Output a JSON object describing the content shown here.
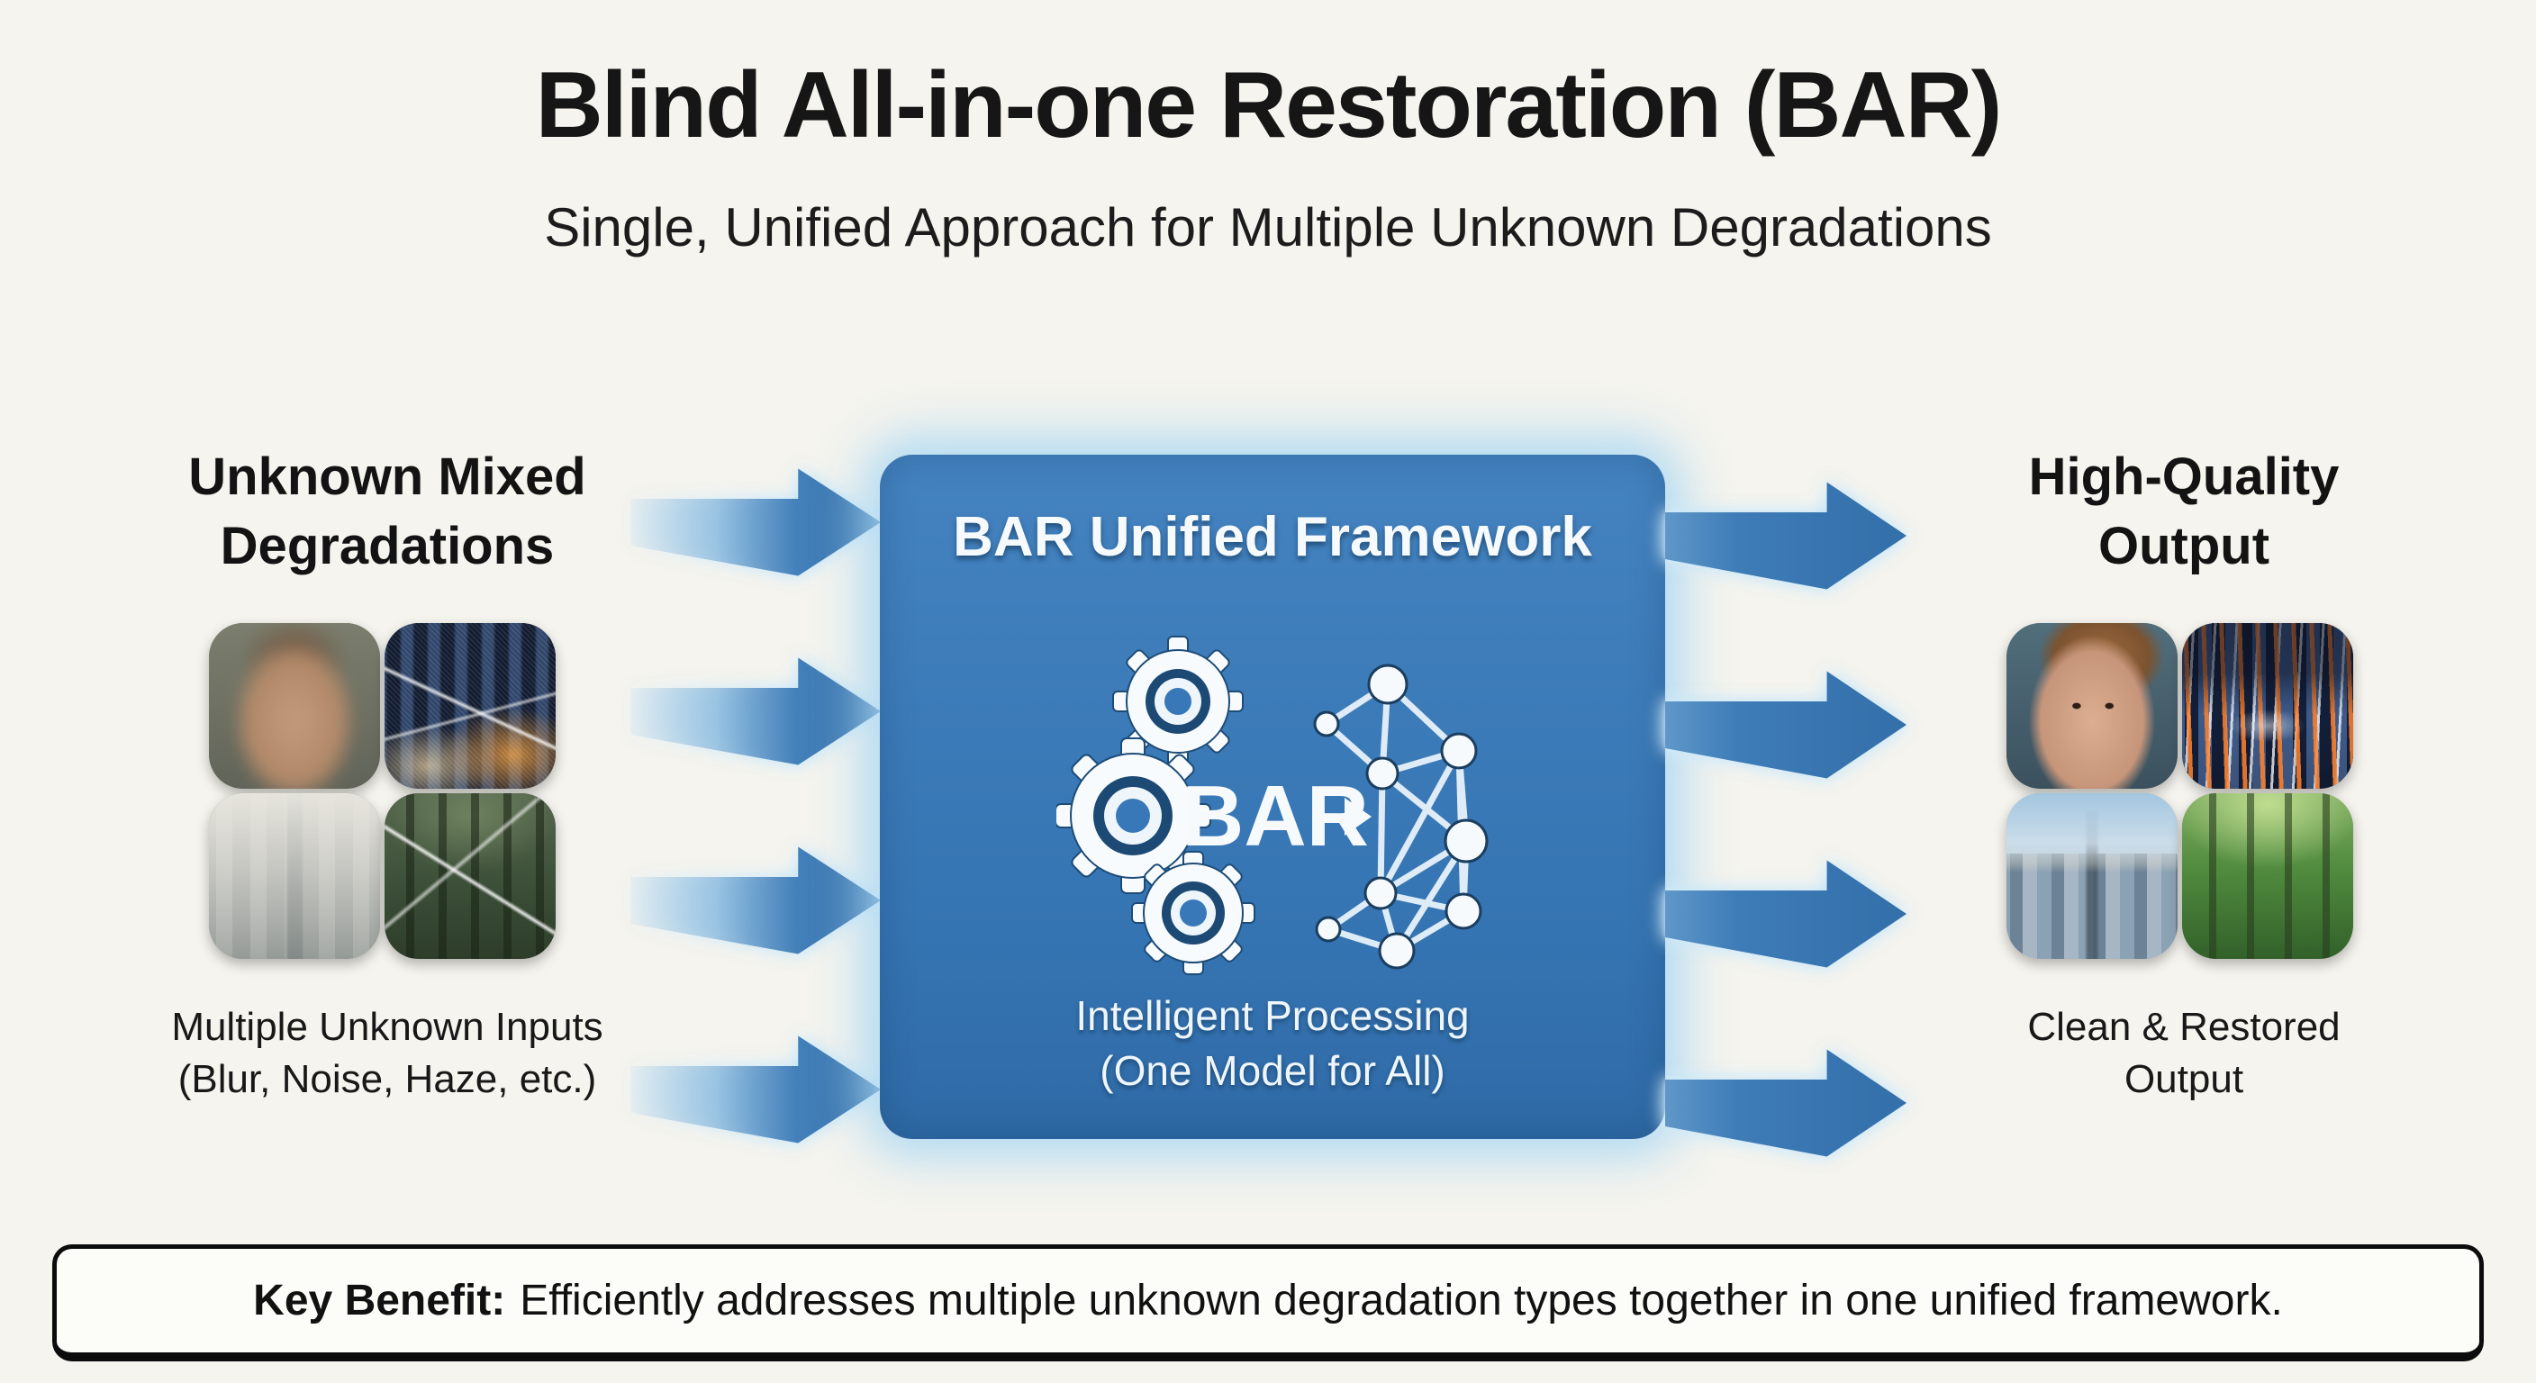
{
  "title": "Blind All-in-one Restoration (BAR)",
  "subtitle": "Single, Unified Approach for Multiple Unknown Degradations",
  "left_panel": {
    "heading_line1": "Unknown Mixed",
    "heading_line2": "Degradations",
    "caption_line1": "Multiple Unknown Inputs",
    "caption_line2": "(Blur, Noise, Haze, etc.)",
    "images": [
      "blurred-face",
      "noisy-night-city",
      "hazy-skyline",
      "scratched-forest"
    ]
  },
  "center_panel": {
    "heading": "BAR Unified Framework",
    "logo_text": "BAR",
    "icon": "gears-neural-network",
    "caption_line1": "Intelligent Processing",
    "caption_line2": "(One Model for All)"
  },
  "right_panel": {
    "heading_line1": "High-Quality",
    "heading_line2": "Output",
    "caption_line1": "Clean & Restored",
    "caption_line2": "Output",
    "images": [
      "restored-face",
      "restored-night-street",
      "restored-skyline",
      "restored-forest"
    ]
  },
  "footer": {
    "label": "Key Benefit:",
    "text": "Efficiently addresses multiple unknown degradation types together in one unified framework."
  },
  "flow": {
    "input_arrows": 4,
    "output_arrows": 4,
    "direction": "left-to-right"
  },
  "colors": {
    "background": "#f5f4ee",
    "box_blue": "#3878b8",
    "arrow_blue": "#3a7ab8",
    "glow_blue": "#cfe8f6",
    "text_dark": "#141414",
    "text_white": "#ffffff"
  }
}
